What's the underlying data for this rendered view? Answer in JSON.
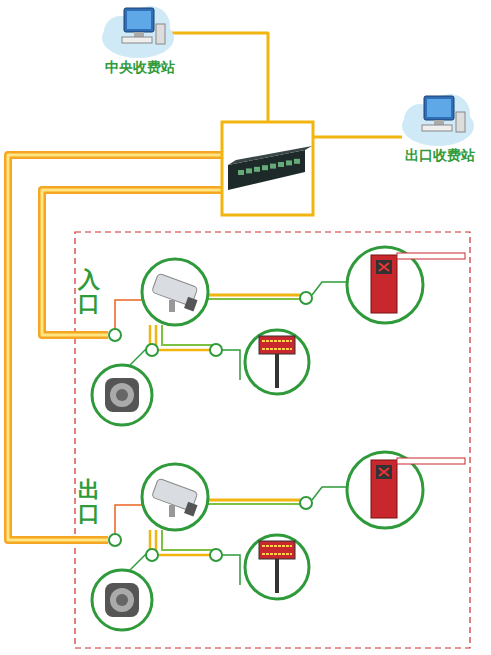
{
  "diagram": {
    "nodes": [
      {
        "text": [
          "中央收费站"
        ]
      },
      {
        "text": [
          "出口收费站"
        ]
      }
    ],
    "labels": [
      "入口",
      "出口"
    ]
  }
}
